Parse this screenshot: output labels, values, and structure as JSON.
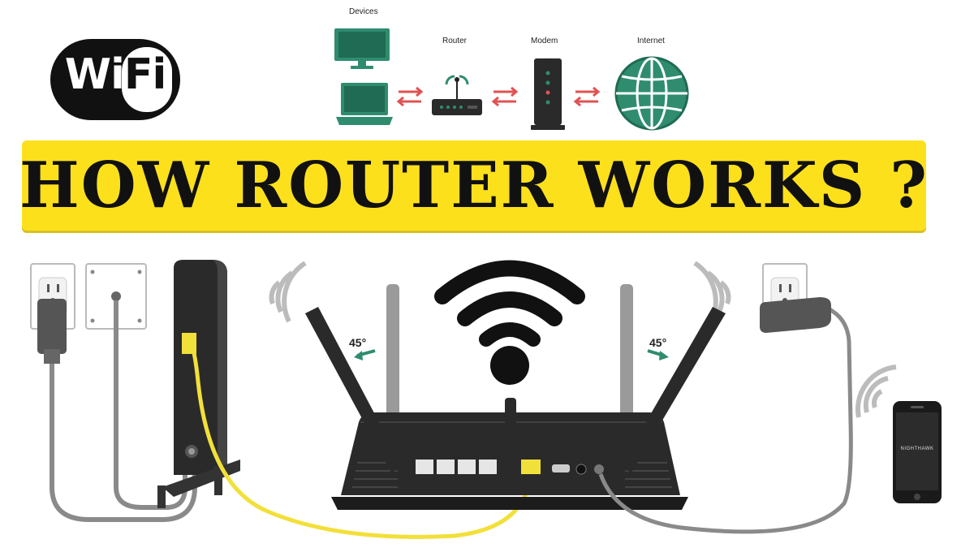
{
  "wifi_logo": {
    "text": "WiFi"
  },
  "flow": {
    "devices_label": "Devices",
    "router_label": "Router",
    "modem_label": "Modem",
    "internet_label": "Internet"
  },
  "banner": {
    "title": "HOW ROUTER WORKS ?",
    "background": "#fde01c"
  },
  "antenna_angles": {
    "left": "45°",
    "right": "45°"
  },
  "phone": {
    "brand": "NIGHTHAWK"
  },
  "colors": {
    "flow_icon": "#2f8c6f",
    "arrow": "#e05252",
    "ethernet_cable": "#f2e03a",
    "gray_cable": "#8a8a8a",
    "router_body": "#2a2a2a"
  }
}
